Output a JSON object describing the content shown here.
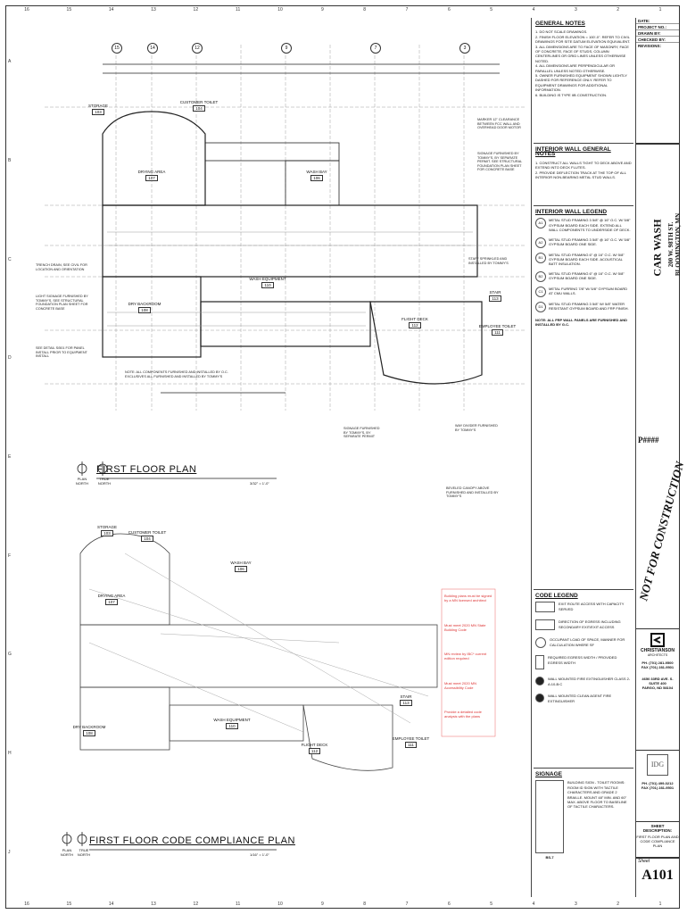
{
  "grid": {
    "numbers": [
      "16",
      "15",
      "14",
      "13",
      "12",
      "11",
      "10",
      "9",
      "8",
      "7",
      "6",
      "5",
      "4",
      "3",
      "2",
      "1"
    ],
    "letters": [
      "A",
      "B",
      "C",
      "D",
      "E",
      "F",
      "G",
      "H",
      "J"
    ]
  },
  "first_floor_plan": {
    "title": "FIRST FLOOR PLAN",
    "scale": "3/32\" = 1'-0\"",
    "north_labels": [
      "PLAN NORTH",
      "TRUE NORTH"
    ],
    "rooms": [
      {
        "name": "STORAGE",
        "tag": "103"
      },
      {
        "name": "CUSTOMER TOILET",
        "tag": "104"
      },
      {
        "name": "DRYING AREA",
        "tag": "107"
      },
      {
        "name": "WASH BAY",
        "tag": "106"
      },
      {
        "name": "DRY BACKROOM",
        "tag": "108"
      },
      {
        "name": "WASH EQUIPMENT",
        "tag": "110"
      },
      {
        "name": "FLIGHT DECK",
        "tag": "112"
      },
      {
        "name": "STAIR",
        "tag": "113"
      },
      {
        "name": "EMPLOYEE TOILET",
        "tag": "111"
      }
    ],
    "note": "NOTE: ALL COMPONENTS FURNISHED AND INSTALLED BY O.C. EXCLUSIVES ALL FURNISHED AND INSTALLED BY TOMMY'S",
    "callouts": [
      "TRENCH DRAIN, SEE CIVIL FOR LOCATION AND ORIENTATION",
      "LIGHT SIGNAGE FURNISHED BY TOMMY'S, SEE STRUCTURAL FOUNDATION PLAN SHEET FOR CONCRETE BASE",
      "SEE DETAIL S/501 FOR PANEL INSTALL PRIOR TO EQUIPMENT INSTALL",
      "STAFF SPRINKLED AND INSTALLED BY TOMMY'S",
      "SIGNAGE FURNISHED BY TOMMY'S, BY SEPARATE PERMIT",
      "WAY DIVIDER FURNISHED BY TOMMY'S",
      "BEVELED CANOPY ABOVE FURNISHED AND INSTALLED BY TOMMY'S",
      "MARKER 12\" CLEARANCE BETWEEN FCC WALL AND OVERHEAD DOOR MOTOR",
      "SIGNAGE FURNISHED BY TOMMY'S, BY SEPARATE PERMIT. SEE STRUCTURAL FOUNDATION PLAN SHEET FOR CONCRETE BASE"
    ]
  },
  "code_compliance_plan": {
    "title": "FIRST FLOOR CODE COMPLIANCE PLAN",
    "scale": "1/16\" = 1'-0\"",
    "north_labels": [
      "PLAN NORTH",
      "TRUE NORTH"
    ],
    "red_notes": [
      "Building plans must be signed by a MN licensed architect",
      "Must meet 2020 MN State Building Code",
      "MN review by IBC* current edition required",
      "Must meet 2020 MN Accessibility Code",
      "Provide a detailed code analysis with the plans"
    ]
  },
  "general_notes": {
    "title": "GENERAL NOTES",
    "items": [
      "1. DO NOT SCALE DRAWINGS.",
      "2. FINISH FLOOR ELEVATION = 100'-0\". REFER TO CIVIL DRAWINGS FOR SITE DATUM ELEVATION EQUIVALENT.",
      "3. ALL DIMENSIONS ARE TO FACE OF MASONRY, FACE OF CONCRETE, FACE OF STUDS, COLUMN CENTERLINES OR GRID LINES UNLESS OTHERWISE NOTED.",
      "4. ALL DIMENSIONS ARE PERPENDICULAR OR PARALLEL UNLESS NOTED OTHERWISE.",
      "5. OWNER FURNISHED EQUIPMENT SHOWN LIGHTLY DASHED FOR REFERENCE ONLY. REFER TO EQUIPMENT DRAWINGS FOR ADDITIONAL INFORMATION.",
      "6. BUILDING IS TYPE IIB CONSTRUCTION."
    ]
  },
  "interior_wall_general_notes": {
    "title": "INTERIOR WALL GENERAL NOTES",
    "items": [
      "1. CONSTRUCT ALL WALLS TIGHT TO DECK ABOVE AND EXTEND INTO DECK FLUTES.",
      "2. PROVIDE DEFLECTION TRACK AT THE TOP OF ALL INTERIOR NON-BEARING METAL STUD WALLS."
    ]
  },
  "interior_wall_legend": {
    "title": "INTERIOR WALL LEGEND",
    "items": [
      {
        "tag": "A1",
        "text": "METAL STUD FRAMING 3 5/8\" @ 16\" O.C. W/ 5/8\" GYPSUM BOARD EACH SIDE. EXTEND ALL WALL COMPONENTS TO UNDERSIDE OF DECK."
      },
      {
        "tag": "A2",
        "text": "METAL STUD FRAMING 3 5/8\" @ 16\" O.C. W/ 5/8\" GYPSUM BOARD ONE SIDE."
      },
      {
        "tag": "B1",
        "text": "METAL STUD FRAMING 6\" @ 16\" O.C. W/ 5/8\" GYPSUM BOARD EACH SIDE. ACOUSTICAL BATT INSULATION."
      },
      {
        "tag": "B2",
        "text": "METAL STUD FRAMING 6\" @ 16\" O.C. W/ 5/8\" GYPSUM BOARD ONE SIDE."
      },
      {
        "tag": "C1",
        "text": "METAL FURRING 7/8\" W/ 5/8\" GYPSUM BOARD AT CMU WALLS."
      },
      {
        "tag": "D1",
        "text": "METAL STUD FRAMING 3 5/8\" W/ 5/8\" WATER RESISTANT GYPSUM BOARD AND FRP FINISH."
      }
    ],
    "footer": "NOTE: ALL FRP WALL PANELS ARE FURNISHED AND INSTALLED BY G.C."
  },
  "code_legend": {
    "title": "CODE LEGEND",
    "items": [
      "EXIT ROUTE ACCESS WITH CAPACITY SERVED",
      "DIRECTION OF EGRESS INCLUDING SECONDARY EXIT/EXIT ACCESS",
      "OCCUPANT LOAD OF SPACE, MANNER FOR CALCULATION WHERE SF",
      "REQUIRED EGRESS WIDTH / PROVIDED EGRESS WIDTH",
      "WALL MOUNTED FIRE EXTINGUISHER CLASS 2-A:10-B:C",
      "WALL MOUNTED CLEAN AGENT FIRE EXTINGUISHER"
    ]
  },
  "signage": {
    "title": "SIGNAGE",
    "sign_tag": "BS-7",
    "text": "BUILDING SIGN - TOILET ROOMS: ROOM ID SIGN WITH TACTILE CHARACTERS AND GRADE 2 BRAILLE. MOUNT 48\" MIN. AND 60\" MAX. ABOVE FLOOR TO BASELINE OF TACTILE CHARACTERS."
  },
  "title_block": {
    "rows": [
      {
        "label": "DATE:",
        "value": ""
      },
      {
        "label": "PROJECT NO.:",
        "value": ""
      },
      {
        "label": "DRAWN BY:",
        "value": ""
      },
      {
        "label": "CHECKED BY:",
        "value": ""
      },
      {
        "label": "REVISIONS:",
        "value": ""
      }
    ],
    "project_name": "CAR WASH",
    "address_line1": "200 W. 98TH ST.",
    "address_line2": "BLOOMINGTON, MN",
    "project_tag": "P####",
    "stamp_text": "NOT FOR CONSTRUCTION",
    "firm_name": "CHRISTIANSON",
    "firm_sub": "ARCHITECTS",
    "firm_phone": "PH. (701) 281-9500",
    "firm_fax": "FAX (701) 281-9501",
    "firm_address1": "4650 33RD AVE. S.",
    "firm_address2": "SUITE 400",
    "firm_city": "FARGO, ND 58104",
    "ids_label": "IDG",
    "ids_phone": "PH. (701) 499-0212",
    "ids_fax": "FAX (701) 281-9501",
    "sheet_desc_label": "SHEET DESCRIPTION:",
    "sheet_desc": "FIRST FLOOR PLAN AND CODE COMPLIANCE PLAN",
    "sheet_label": "Sheet",
    "sheet_number": "A101"
  }
}
